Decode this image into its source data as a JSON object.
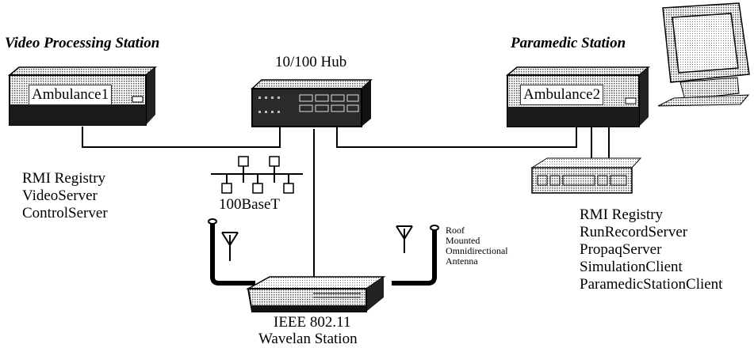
{
  "stations": {
    "video": {
      "title": "Video Processing Station",
      "device_label": "Ambulance1",
      "services": [
        "RMI Registry",
        "VideoServer",
        "ControlServer"
      ]
    },
    "paramedic": {
      "title": "Paramedic Station",
      "device_label": "Ambulance2",
      "services": [
        "RMI Registry",
        "RunRecordServer",
        "PropaqServer",
        "SimulationClient",
        "ParamedicStationClient"
      ]
    }
  },
  "hub": {
    "label": "10/100 Hub"
  },
  "network": {
    "label": "100BaseT"
  },
  "wireless": {
    "station_label_1": "IEEE 802.11",
    "station_label_2": "Wavelan Station",
    "antenna_note": [
      "Roof",
      "Mounted",
      "Omnidirectional",
      "Antenna"
    ]
  }
}
